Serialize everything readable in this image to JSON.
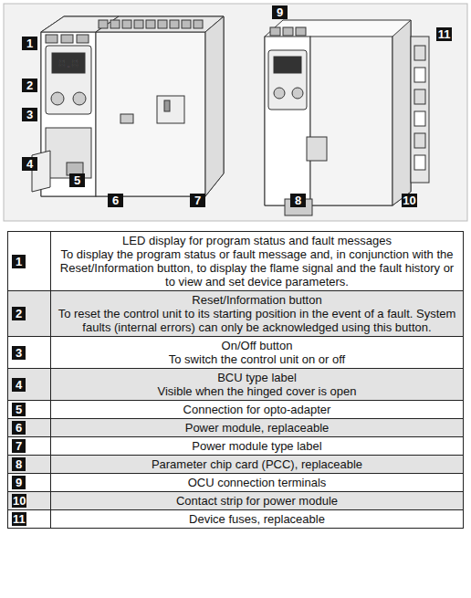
{
  "diagram": {
    "labels": [
      "1",
      "2",
      "3",
      "4",
      "5",
      "6",
      "7",
      "9",
      "11",
      "8",
      "10",
      "1",
      "LED display for program status and fault messages",
      "To display the program status or fault message and, in conjunction with the Reset/Information button, to display the flame signal and the fault history or to view and set device parameters.",
      "2",
      "Reset/Information button",
      "To reset the control unit to its starting position in the event of a fault. System faults (internal errors) can only be acknowledged using this button.",
      "3",
      "On/Off button",
      "To switch the control unit on or off",
      "4",
      "BCU type label",
      "Visible when the hinged cover is open",
      "5",
      "Connection for opto-adapter",
      "6",
      "Power module, replaceable",
      "7",
      "Power module type label",
      "8",
      "Parameter chip card (PCC), replaceable",
      "9",
      "OCU connection terminals",
      "10",
      "Contact strip for power module",
      "11",
      "Device fuses, replaceable"
    ]
  }
}
